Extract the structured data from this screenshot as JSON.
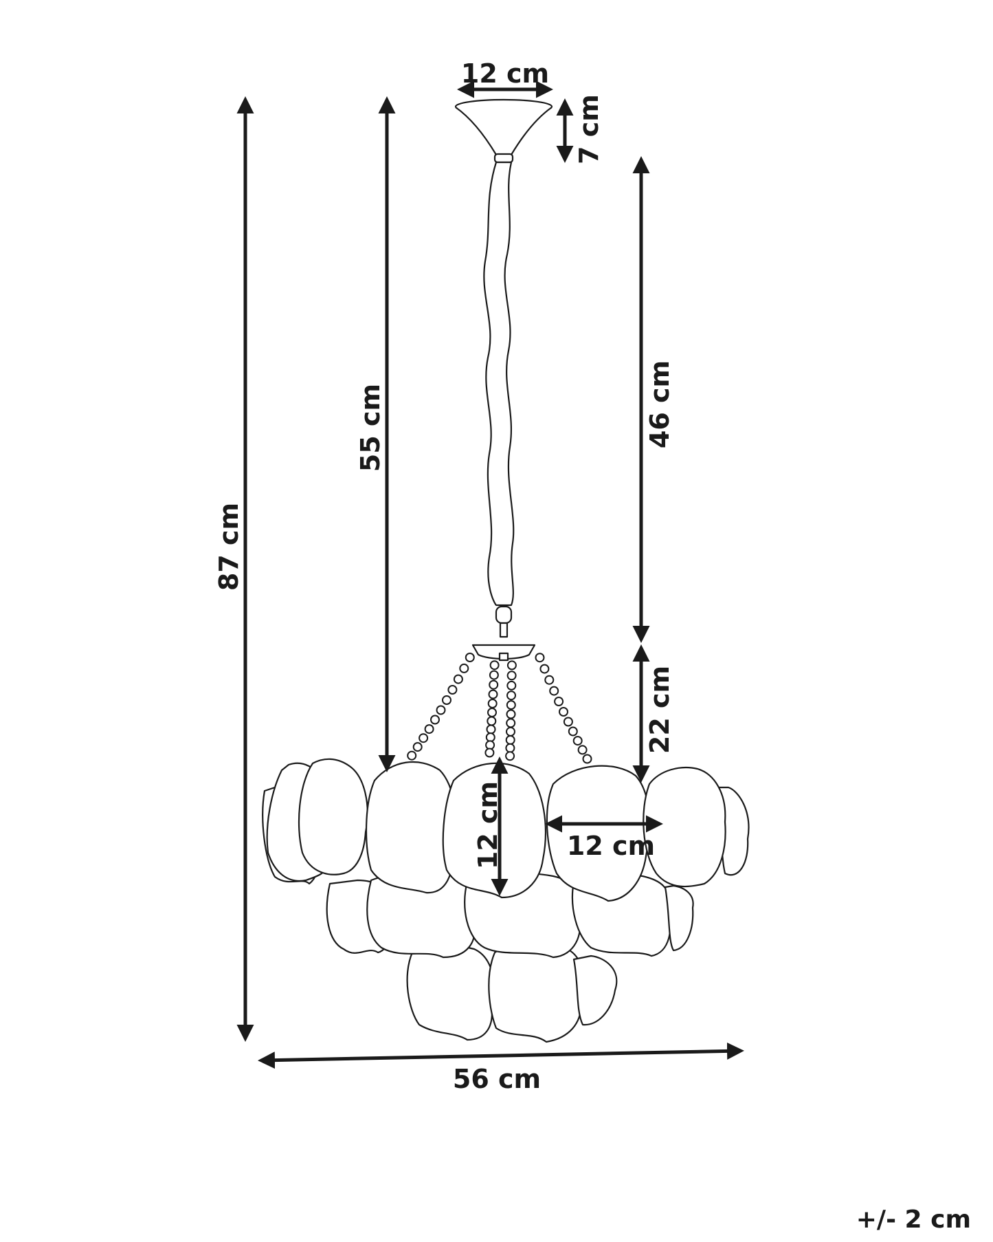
{
  "dimensions": {
    "canopy_width": "12 cm",
    "canopy_height": "7 cm",
    "total_height": "87 cm",
    "drop_to_shade": "55 cm",
    "chain_length": "46 cm",
    "body_height": "22 cm",
    "disc_height": "12 cm",
    "disc_width": "12 cm",
    "total_width": "56 cm"
  },
  "tolerance": "+/- 2 cm",
  "colors": {
    "line": "#1a1a1a",
    "background": "#ffffff"
  }
}
